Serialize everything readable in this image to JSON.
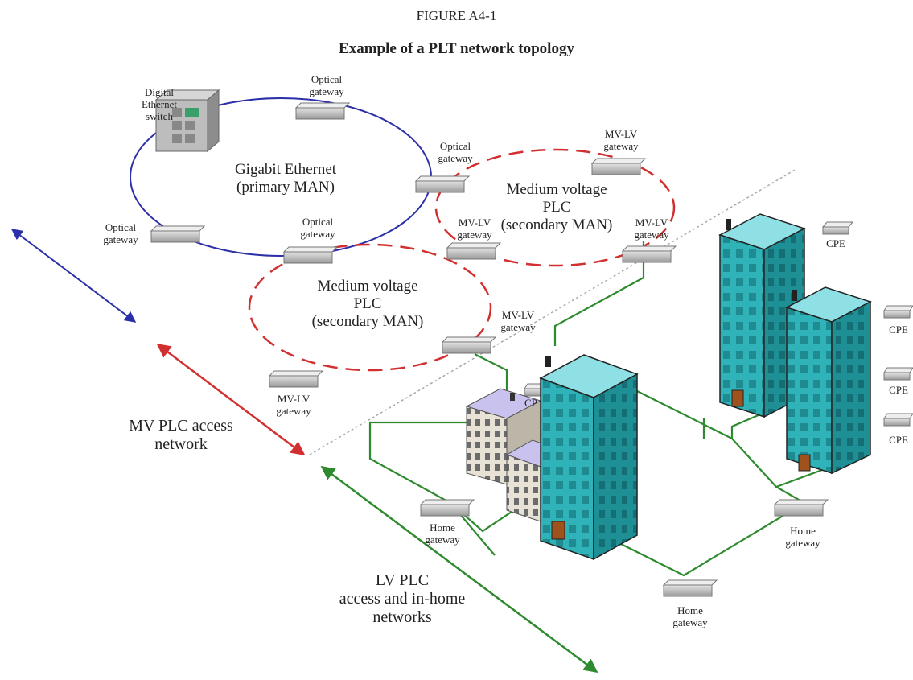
{
  "figure": {
    "label": "FIGURE A4-1",
    "title": "Example of a PLT network topology"
  },
  "labels": {
    "digital_switch": "Digital\nEthernet\nswitch",
    "optical_gateway": "Optical\ngateway",
    "mvlv_gateway": "MV-LV\ngateway",
    "home_gateway": "Home\ngateway",
    "cpe": "CPE",
    "cpe_partial": "CP",
    "gigabit_ring": "Gigabit Ethernet\n(primary MAN)",
    "mv_plc_ring": "Medium voltage\nPLC\n(secondary MAN)",
    "mv_access": "MV PLC access\nnetwork",
    "lv_access": "LV PLC\naccess and in-home\nnetworks"
  },
  "colors": {
    "primary_man": "#2b2fa8",
    "secondary_man": "#d23030",
    "lv_network": "#2e8a2e",
    "building": "#2fb3b8"
  }
}
